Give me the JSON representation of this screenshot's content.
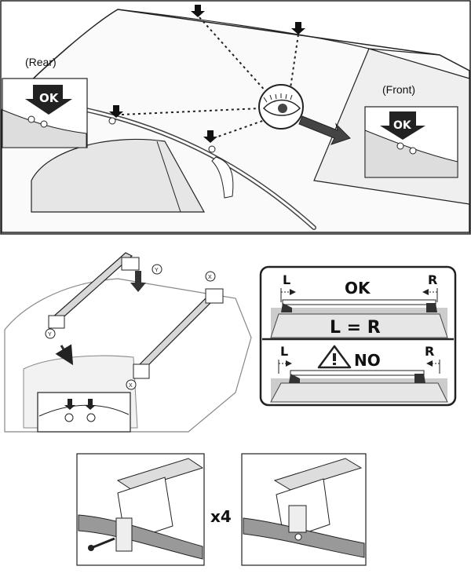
{
  "panel1": {
    "rear_label": "(Rear)",
    "front_label": "(Front)",
    "rear_badge": "OK",
    "front_badge": "OK"
  },
  "panel3": {
    "left_marker": "L",
    "right_marker": "R",
    "ok_text": "OK",
    "equation": "L = R",
    "no_text": "NO",
    "left_marker_bottom": "L",
    "right_marker_bottom": "R"
  },
  "panel2": {
    "tag_y": "Y",
    "tag_x": "X"
  },
  "panel4": {
    "multiplier": "x4"
  },
  "colors": {
    "line": "#222222",
    "fill_light": "#f2f2f2",
    "fill_gray": "#d0d0d0",
    "sky": "#e6e6e6",
    "arrow_dark": "#333333"
  },
  "icons": [
    "down-arrow-icon",
    "eye-icon",
    "warning-triangle-icon",
    "ok-badge-icon"
  ]
}
